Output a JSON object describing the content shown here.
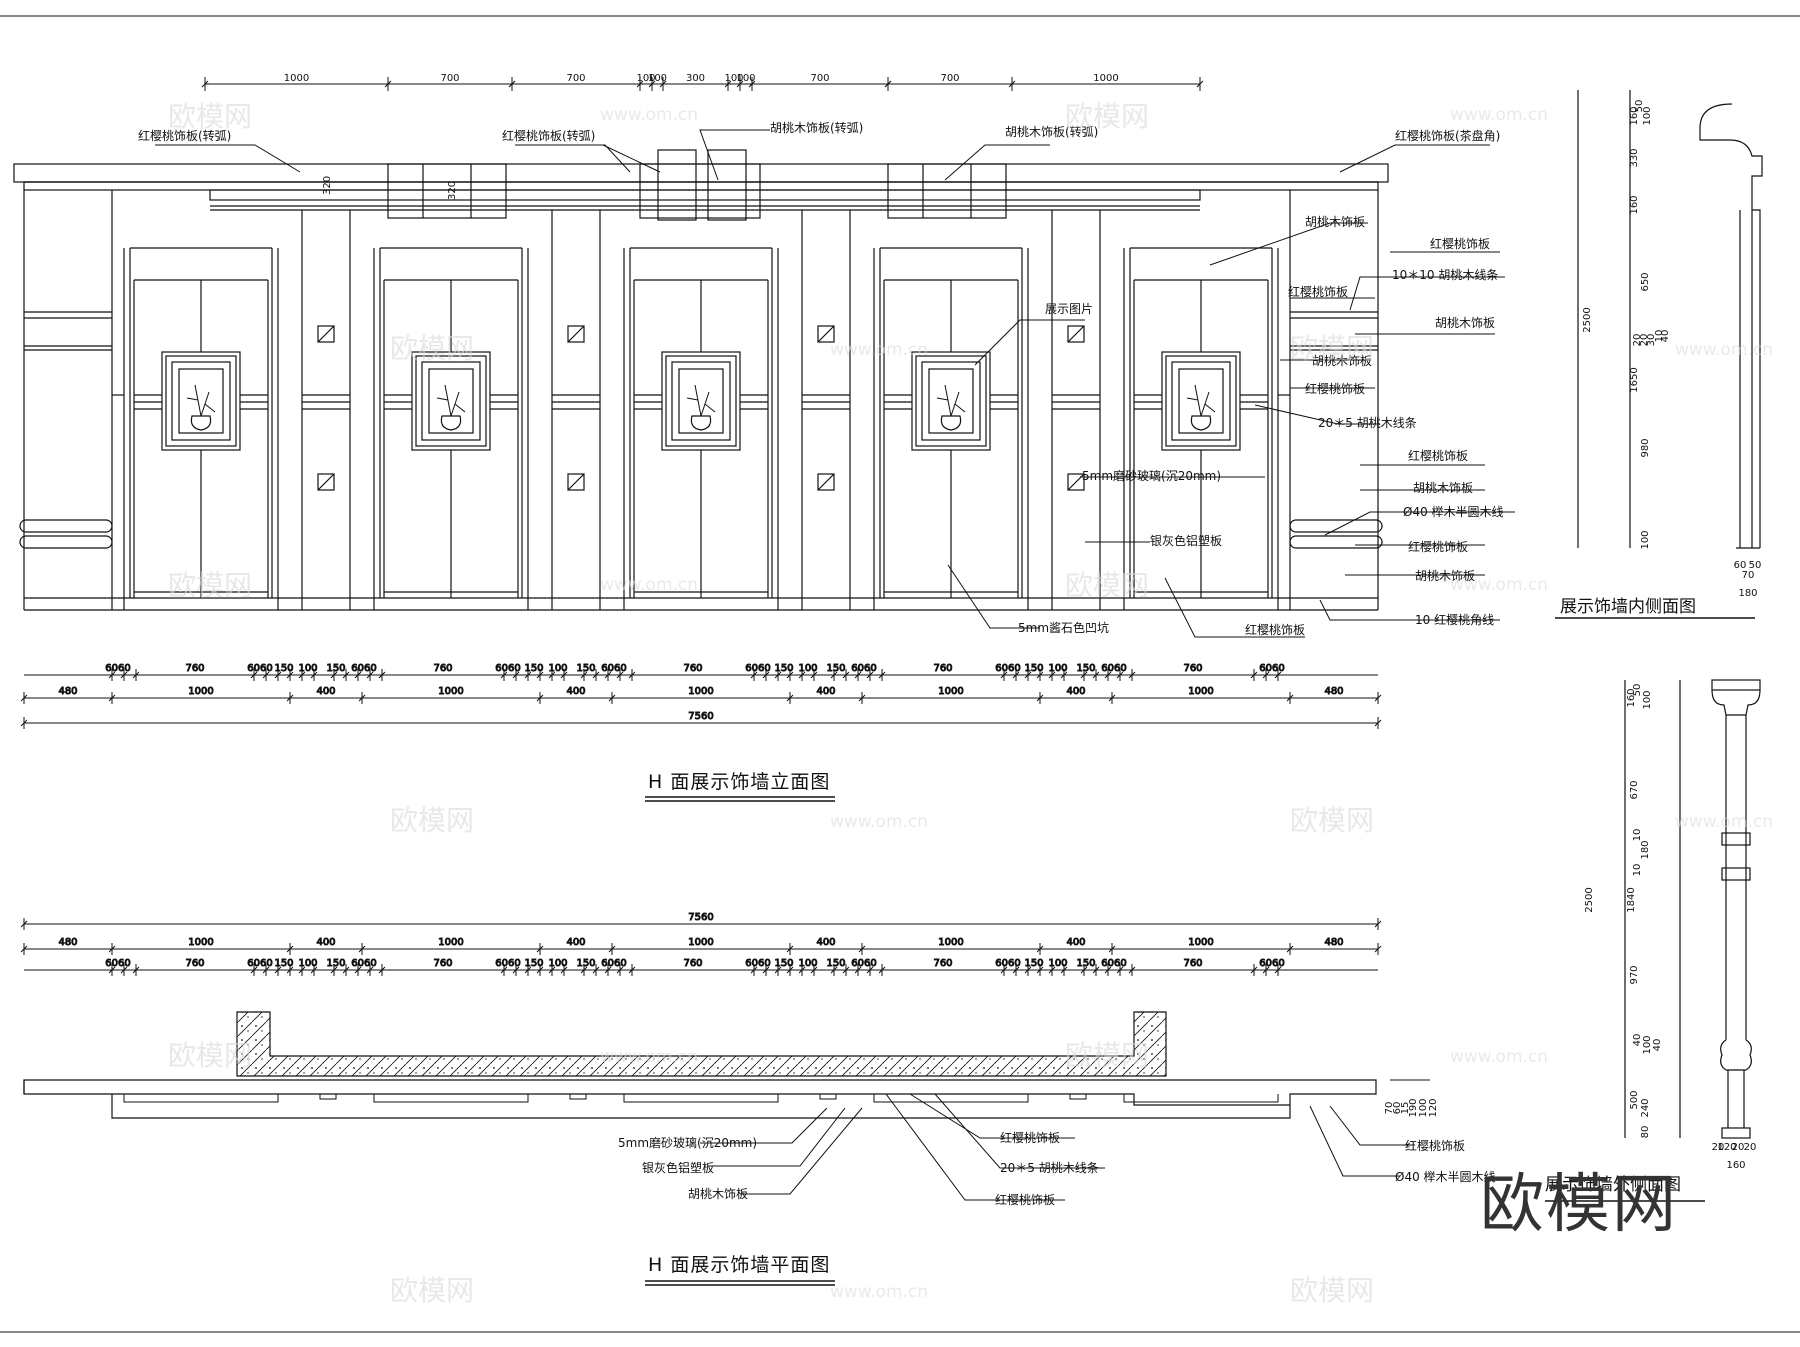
{
  "titles": {
    "elevation": "H 面展示饰墙立面图",
    "plan": "H 面展示饰墙平面图",
    "inner_section": "展示饰墙内侧面图",
    "outer_section": "展示饰墙外侧面图"
  },
  "top_dims": [
    "1000",
    "700",
    "700",
    "100",
    "100",
    "300",
    "100",
    "100",
    "700",
    "700",
    "1000"
  ],
  "top_labels": [
    "红樱桃饰板(转弧)",
    "红樱桃饰板(转弧)",
    "胡桃木饰板(转弧)",
    "胡桃木饰板(转弧)",
    "红樱桃饰板(茶盘角)"
  ],
  "right_labels": [
    "胡桃木饰板",
    "红樱桃饰板",
    "10＊10 胡桃木线条",
    "红樱桃饰板",
    "胡桃木饰板",
    "胡桃木饰板",
    "红樱桃饰板",
    "20＊5 胡桃木线条",
    "红樱桃饰板",
    "胡桃木饰板",
    "Ø40 榉木半圆木线",
    "红樱桃饰板",
    "胡桃木饰板",
    "10 红樱桃角线"
  ],
  "center_labels": [
    "展示图片",
    "5mm磨砂玻璃(沉20mm)",
    "银灰色铝塑板",
    "5mm酱石色凹坑",
    "红樱桃饰板"
  ],
  "height_dims": [
    "320",
    "320"
  ],
  "elev_dims": {
    "row1": [
      "6060",
      "760",
      "6060",
      "150",
      "100",
      "150",
      "6060",
      "760",
      "6060",
      "150",
      "100",
      "150",
      "6060",
      "760",
      "6060",
      "150",
      "100",
      "150",
      "6060",
      "760",
      "6060",
      "150",
      "100",
      "150",
      "6060",
      "760",
      "6060"
    ],
    "row2": [
      "480",
      "1000",
      "400",
      "1000",
      "400",
      "1000",
      "400",
      "1000",
      "400",
      "1000",
      "480"
    ],
    "total": "7560"
  },
  "plan_dims": {
    "total": "7560",
    "row2": [
      "480",
      "1000",
      "400",
      "1000",
      "400",
      "1000",
      "400",
      "1000",
      "400",
      "1000",
      "480"
    ],
    "row1": [
      "6060",
      "760",
      "6060",
      "150",
      "100",
      "150",
      "6060",
      "760",
      "6060",
      "150",
      "100",
      "150",
      "6060",
      "760",
      "6060",
      "150",
      "100",
      "150",
      "6060",
      "760",
      "6060",
      "150",
      "100",
      "150",
      "6060",
      "760",
      "6060"
    ],
    "side": [
      "70",
      "60",
      "15",
      "190",
      "100",
      "120"
    ]
  },
  "plan_labels": [
    "5mm磨砂玻璃(沉20mm)",
    "银灰色铝塑板",
    "胡桃木饰板",
    "红樱桃饰板",
    "20＊5 胡桃木线条",
    "红樱桃饰板",
    "红樱桃饰板",
    "Ø40 榉木半圆木线"
  ],
  "inner_dims": [
    "160",
    "50",
    "100",
    "330",
    "160",
    "2500",
    "650",
    "20",
    "20",
    "30",
    "10",
    "40",
    "1650",
    "980",
    "100",
    "60",
    "50",
    "70",
    "180"
  ],
  "outer_dims": [
    "160",
    "50",
    "100",
    "670",
    "10",
    "180",
    "10",
    "2500",
    "1840",
    "970",
    "40",
    "100",
    "40",
    "500",
    "240",
    "80",
    "20",
    "120",
    "20",
    "20",
    "160"
  ],
  "watermarks": [
    "欧模网",
    "www.om.cn"
  ],
  "logo": "欧模网"
}
